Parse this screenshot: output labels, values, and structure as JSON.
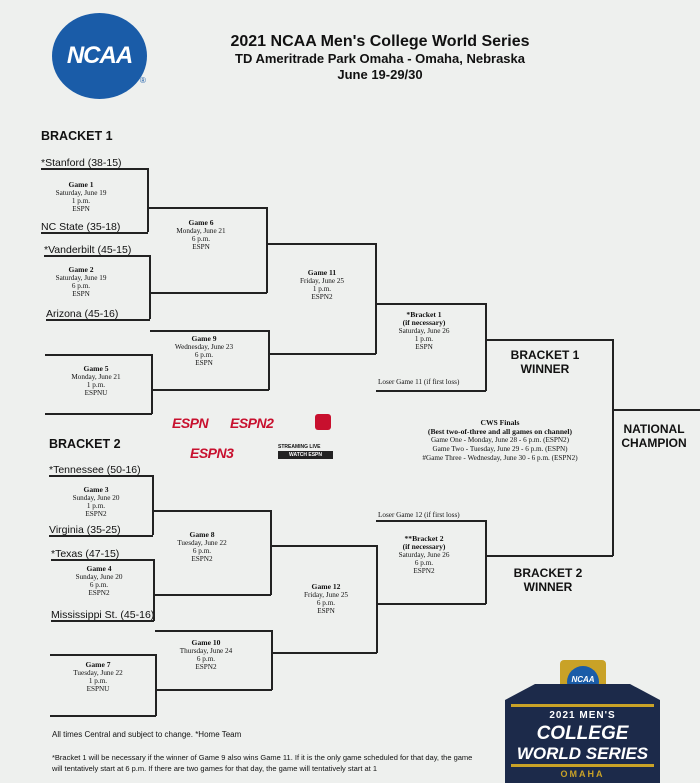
{
  "header": {
    "logo_text": "NCAA",
    "registered_mark": "®",
    "title": "2021 NCAA Men's College World Series",
    "venue": "TD Ameritrade Park Omaha - Omaha, Nebraska",
    "dates": "June 19-29/30"
  },
  "bracket1": {
    "heading": "BRACKET 1",
    "teams": [
      "*Stanford (38-15)",
      "NC State (35-18)",
      "*Vanderbilt (45-15)",
      "Arizona (45-16)"
    ],
    "games": [
      {
        "name": "Game 1",
        "lines": [
          "Saturday, June 19",
          "1 p.m.",
          "ESPN"
        ]
      },
      {
        "name": "Game 2",
        "lines": [
          "Saturday, June 19",
          "6 p.m.",
          "ESPN"
        ]
      },
      {
        "name": "Game 5",
        "lines": [
          "Monday, June 21",
          "1 p.m.",
          "ESPNU"
        ]
      },
      {
        "name": "Game 6",
        "lines": [
          "Monday, June 21",
          "6 p.m.",
          "ESPN"
        ]
      },
      {
        "name": "Game 9",
        "lines": [
          "Wednesday, June 23",
          "6 p.m.",
          "ESPN"
        ]
      },
      {
        "name": "Game 11",
        "lines": [
          "Friday, June 25",
          "1 p.m.",
          "ESPN2"
        ]
      }
    ],
    "final": {
      "name": "*Bracket 1",
      "lines": [
        "(if necessary)",
        "Saturday, June 26",
        "1 p.m.",
        "ESPN"
      ]
    },
    "loser_note": "Loser Game 11 (if first loss)",
    "winner": "BRACKET 1 WINNER"
  },
  "bracket2": {
    "heading": "BRACKET 2",
    "teams": [
      "*Tennessee (50-16)",
      "Virginia (35-25)",
      "*Texas (47-15)",
      "Mississippi St. (45-16)"
    ],
    "games": [
      {
        "name": "Game 3",
        "lines": [
          "Sunday, June 20",
          "1 p.m.",
          "ESPN2"
        ]
      },
      {
        "name": "Game 4",
        "lines": [
          "Sunday, June 20",
          "6 p.m.",
          "ESPN2"
        ]
      },
      {
        "name": "Game 7",
        "lines": [
          "Tuesday, June 22",
          "1 p.m.",
          "ESPNU"
        ]
      },
      {
        "name": "Game 8",
        "lines": [
          "Tuesday, June 22",
          "6 p.m.",
          "ESPN2"
        ]
      },
      {
        "name": "Game 10",
        "lines": [
          "Thursday, June 24",
          "6 p.m.",
          "ESPN2"
        ]
      },
      {
        "name": "Game 12",
        "lines": [
          "Friday, June 25",
          "6 p.m.",
          "ESPN"
        ]
      }
    ],
    "final": {
      "name": "**Bracket 2",
      "lines": [
        "(if necessary)",
        "Saturday, June 26",
        "6 p.m.",
        "ESPN2"
      ]
    },
    "loser_note": "Loser Game 12 (if first loss)",
    "winner": "BRACKET 2 WINNER"
  },
  "finals": {
    "title": "CWS Finals",
    "subtitle": "(Best two-of-three and all games on channel)",
    "games": [
      "Game One - Monday, June 28 - 6 p.m. (ESPN2)",
      "Game Two - Tuesday, June 29 - 6 p.m. (ESPN)",
      "#Game Three - Wednesday, June 30 - 6 p.m. (ESPN2)"
    ],
    "champion": "NATIONAL CHAMPION"
  },
  "networks": {
    "espn": "ESPN",
    "espn2": "ESPN2",
    "espn3": "ESPN3",
    "streaming_label": "STREAMING LIVE",
    "watch_label": "WATCH ESPN"
  },
  "footer": {
    "line1": "All times Central and subject to change. *Home Team",
    "line2": "*Bracket 1 will be necessary if the winner of Game 9 also wins Game 11. If it is the only game scheduled for that day, the game will tentatively start at 6 p.m. If there are two games for that day, the game will tentatively start at 1"
  },
  "cws_logo": {
    "top": "NCAA",
    "line1": "2021 MEN'S",
    "line2": "COLLEGE",
    "line3": "WORLD SERIES",
    "line4": "OMAHA"
  },
  "colors": {
    "ncaa_blue": "#1a5ca8",
    "espn_red": "#c8102e",
    "cws_navy": "#1c2a4a",
    "cws_gold": "#c9a227"
  }
}
